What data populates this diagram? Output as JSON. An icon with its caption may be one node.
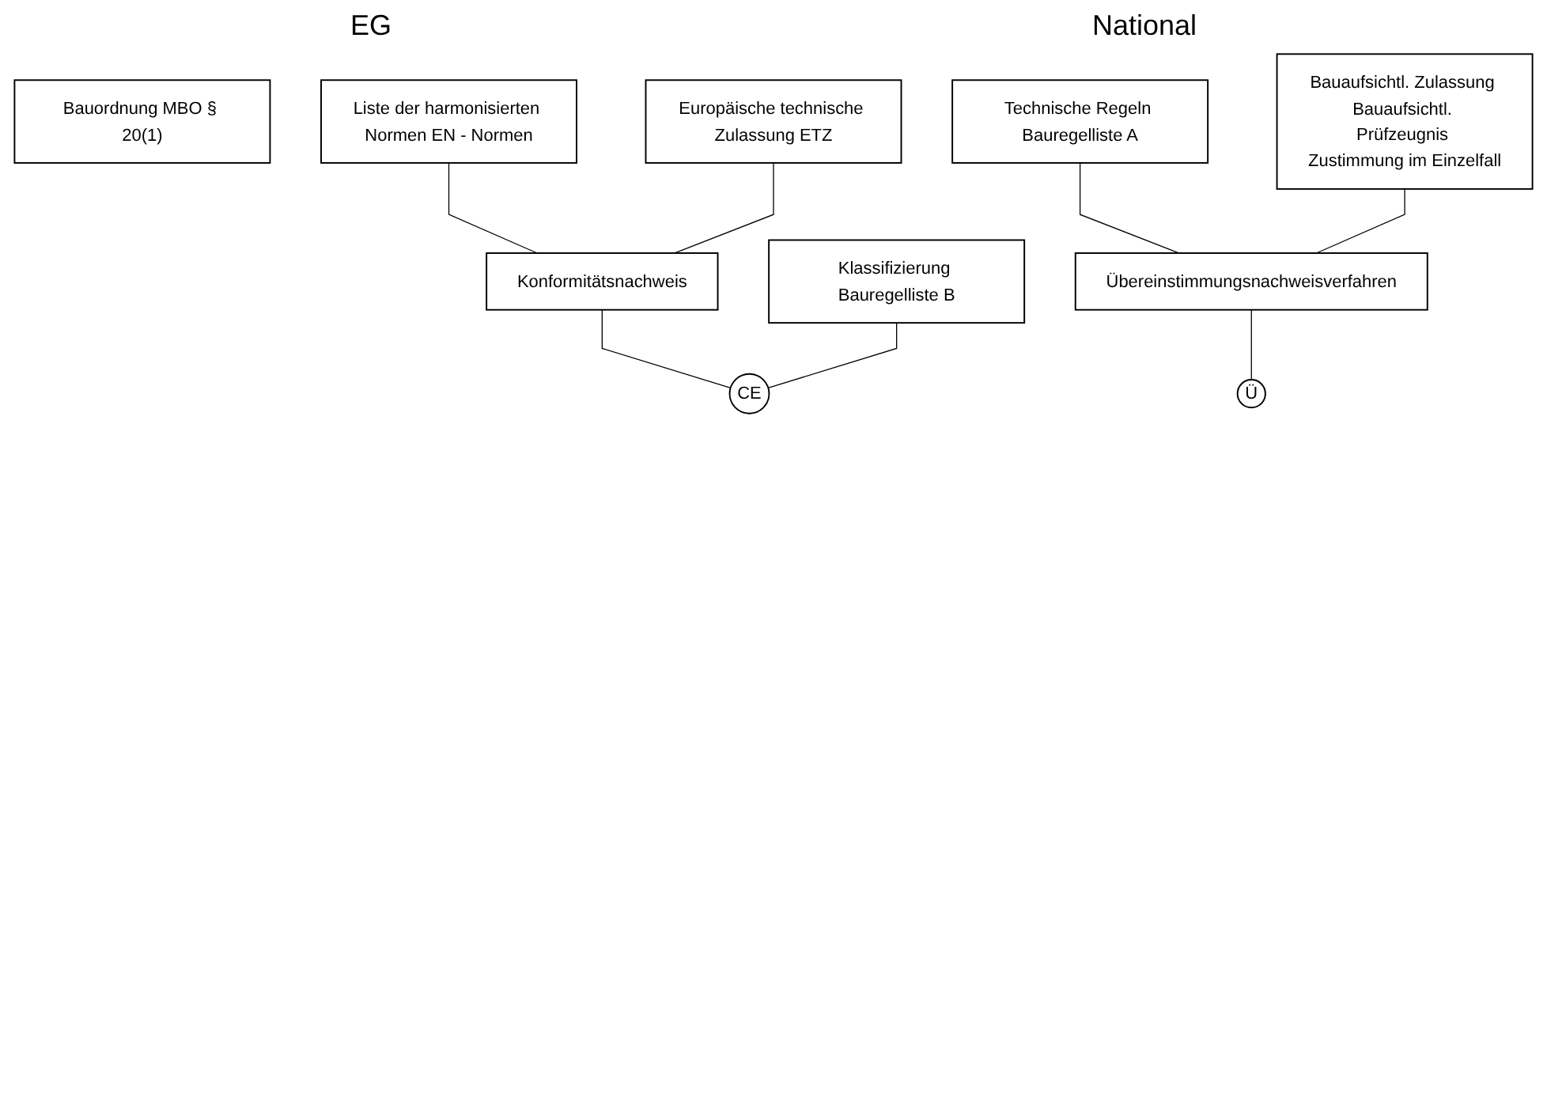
{
  "diagram": {
    "nodes": [
      {
        "text": [
          "Bauordnung MBO § 20(1)"
        ]
      },
      {
        "text": [
          "Liste der harmonisierten Normen EN - Normen"
        ]
      },
      {
        "text": [
          "Europäische technische Zulassung ETZ"
        ]
      },
      {
        "text": [
          "Technische Regeln Bauregelliste A"
        ]
      },
      {
        "text": [
          "Bauaufsichtl. Zulassung Bauaufsichtl. Prüfzeugnis Zustimmung im Einzelfall"
        ]
      },
      {
        "text": [
          "Konformitätsnachweis"
        ]
      },
      {
        "text": [
          "Übereinstimmungsnachweisverfahren"
        ]
      },
      {
        "text": [
          "Klassifizierung Bauregelliste B"
        ]
      },
      {
        "text": [
          "CE"
        ]
      },
      {
        "text": [
          "Ü"
        ]
      }
    ],
    "edges": [
      {
        "from": 1,
        "to": 5,
        "arrow": "none"
      },
      {
        "from": 2,
        "to": 5,
        "arrow": "none"
      },
      {
        "from": 3,
        "to": 6,
        "arrow": "none"
      },
      {
        "from": 4,
        "to": 6,
        "arrow": "none"
      },
      {
        "from": 5,
        "to": 8,
        "arrow": "none"
      },
      {
        "from": 7,
        "to": 8,
        "arrow": "none"
      },
      {
        "from": 6,
        "to": 9,
        "arrow": "none"
      }
    ],
    "labels": [
      "EG",
      "National"
    ]
  }
}
